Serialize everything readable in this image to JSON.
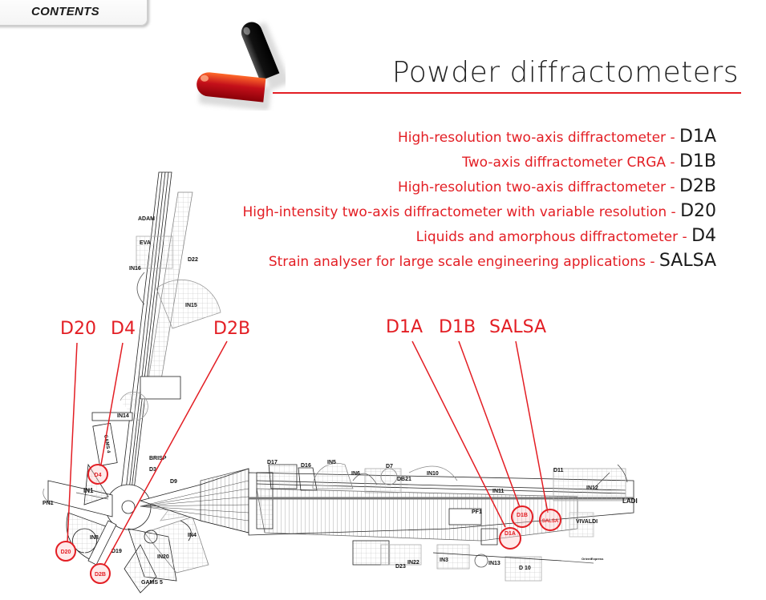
{
  "nav": {
    "contents_label": "CONTENTS"
  },
  "header": {
    "title": "Powder diffractometers"
  },
  "instruments": [
    {
      "description": "High-resolution two-axis diffractometer - ",
      "code": "D1A"
    },
    {
      "description": "Two-axis diffractometer CRGA - ",
      "code": "D1B"
    },
    {
      "description": "High-resolution two-axis diffractometer - ",
      "code": "D2B"
    },
    {
      "description": "High-intensity two-axis diffractometer with variable resolution - ",
      "code": "D20"
    },
    {
      "description": "Liquids and amorphous diffractometer - ",
      "code": "D4"
    },
    {
      "description": "Strain analyser for large scale engineering applications - ",
      "code": "SALSA"
    }
  ],
  "callouts": {
    "d20": "D20",
    "d4": "D4",
    "d2b": "D2B",
    "d1a": "D1A",
    "d1b": "D1B",
    "salsa": "SALSA"
  },
  "map_markers": {
    "d4": "D4",
    "d20": "D20",
    "d2b": "D2B",
    "d1a": "D1A",
    "d1b": "D1B",
    "salsa": "SALSA"
  },
  "map_labels": {
    "adam": "ADAM",
    "eva": "EVA",
    "in16": "IN16",
    "d22": "D22",
    "in15": "IN15",
    "in14": "IN14",
    "gams4": "GAMS 4",
    "brisp": "BRISP",
    "d3": "D3",
    "d9": "D9",
    "in1": "IN1",
    "pn1": "PN1",
    "in8": "IN8",
    "d19": "D19",
    "in20": "IN20",
    "in4": "IN4",
    "gams5": "GAMS 5",
    "d17": "D17",
    "d16": "D16",
    "in5": "IN5",
    "in6": "IN6",
    "d7": "D7",
    "db21": "DB21",
    "in10": "IN10",
    "in11": "IN11",
    "pf1": "PF1",
    "d11": "D11",
    "in12": "IN12",
    "ladi": "LADI",
    "vivaldi": "VIVALDI",
    "d23": "D23",
    "in22": "IN22",
    "in3": "IN3",
    "in13": "IN13",
    "d10": "D 10",
    "orient_express": "OrientExpress"
  },
  "colors": {
    "accent": "#e31e24",
    "text": "#1a1a1a"
  }
}
